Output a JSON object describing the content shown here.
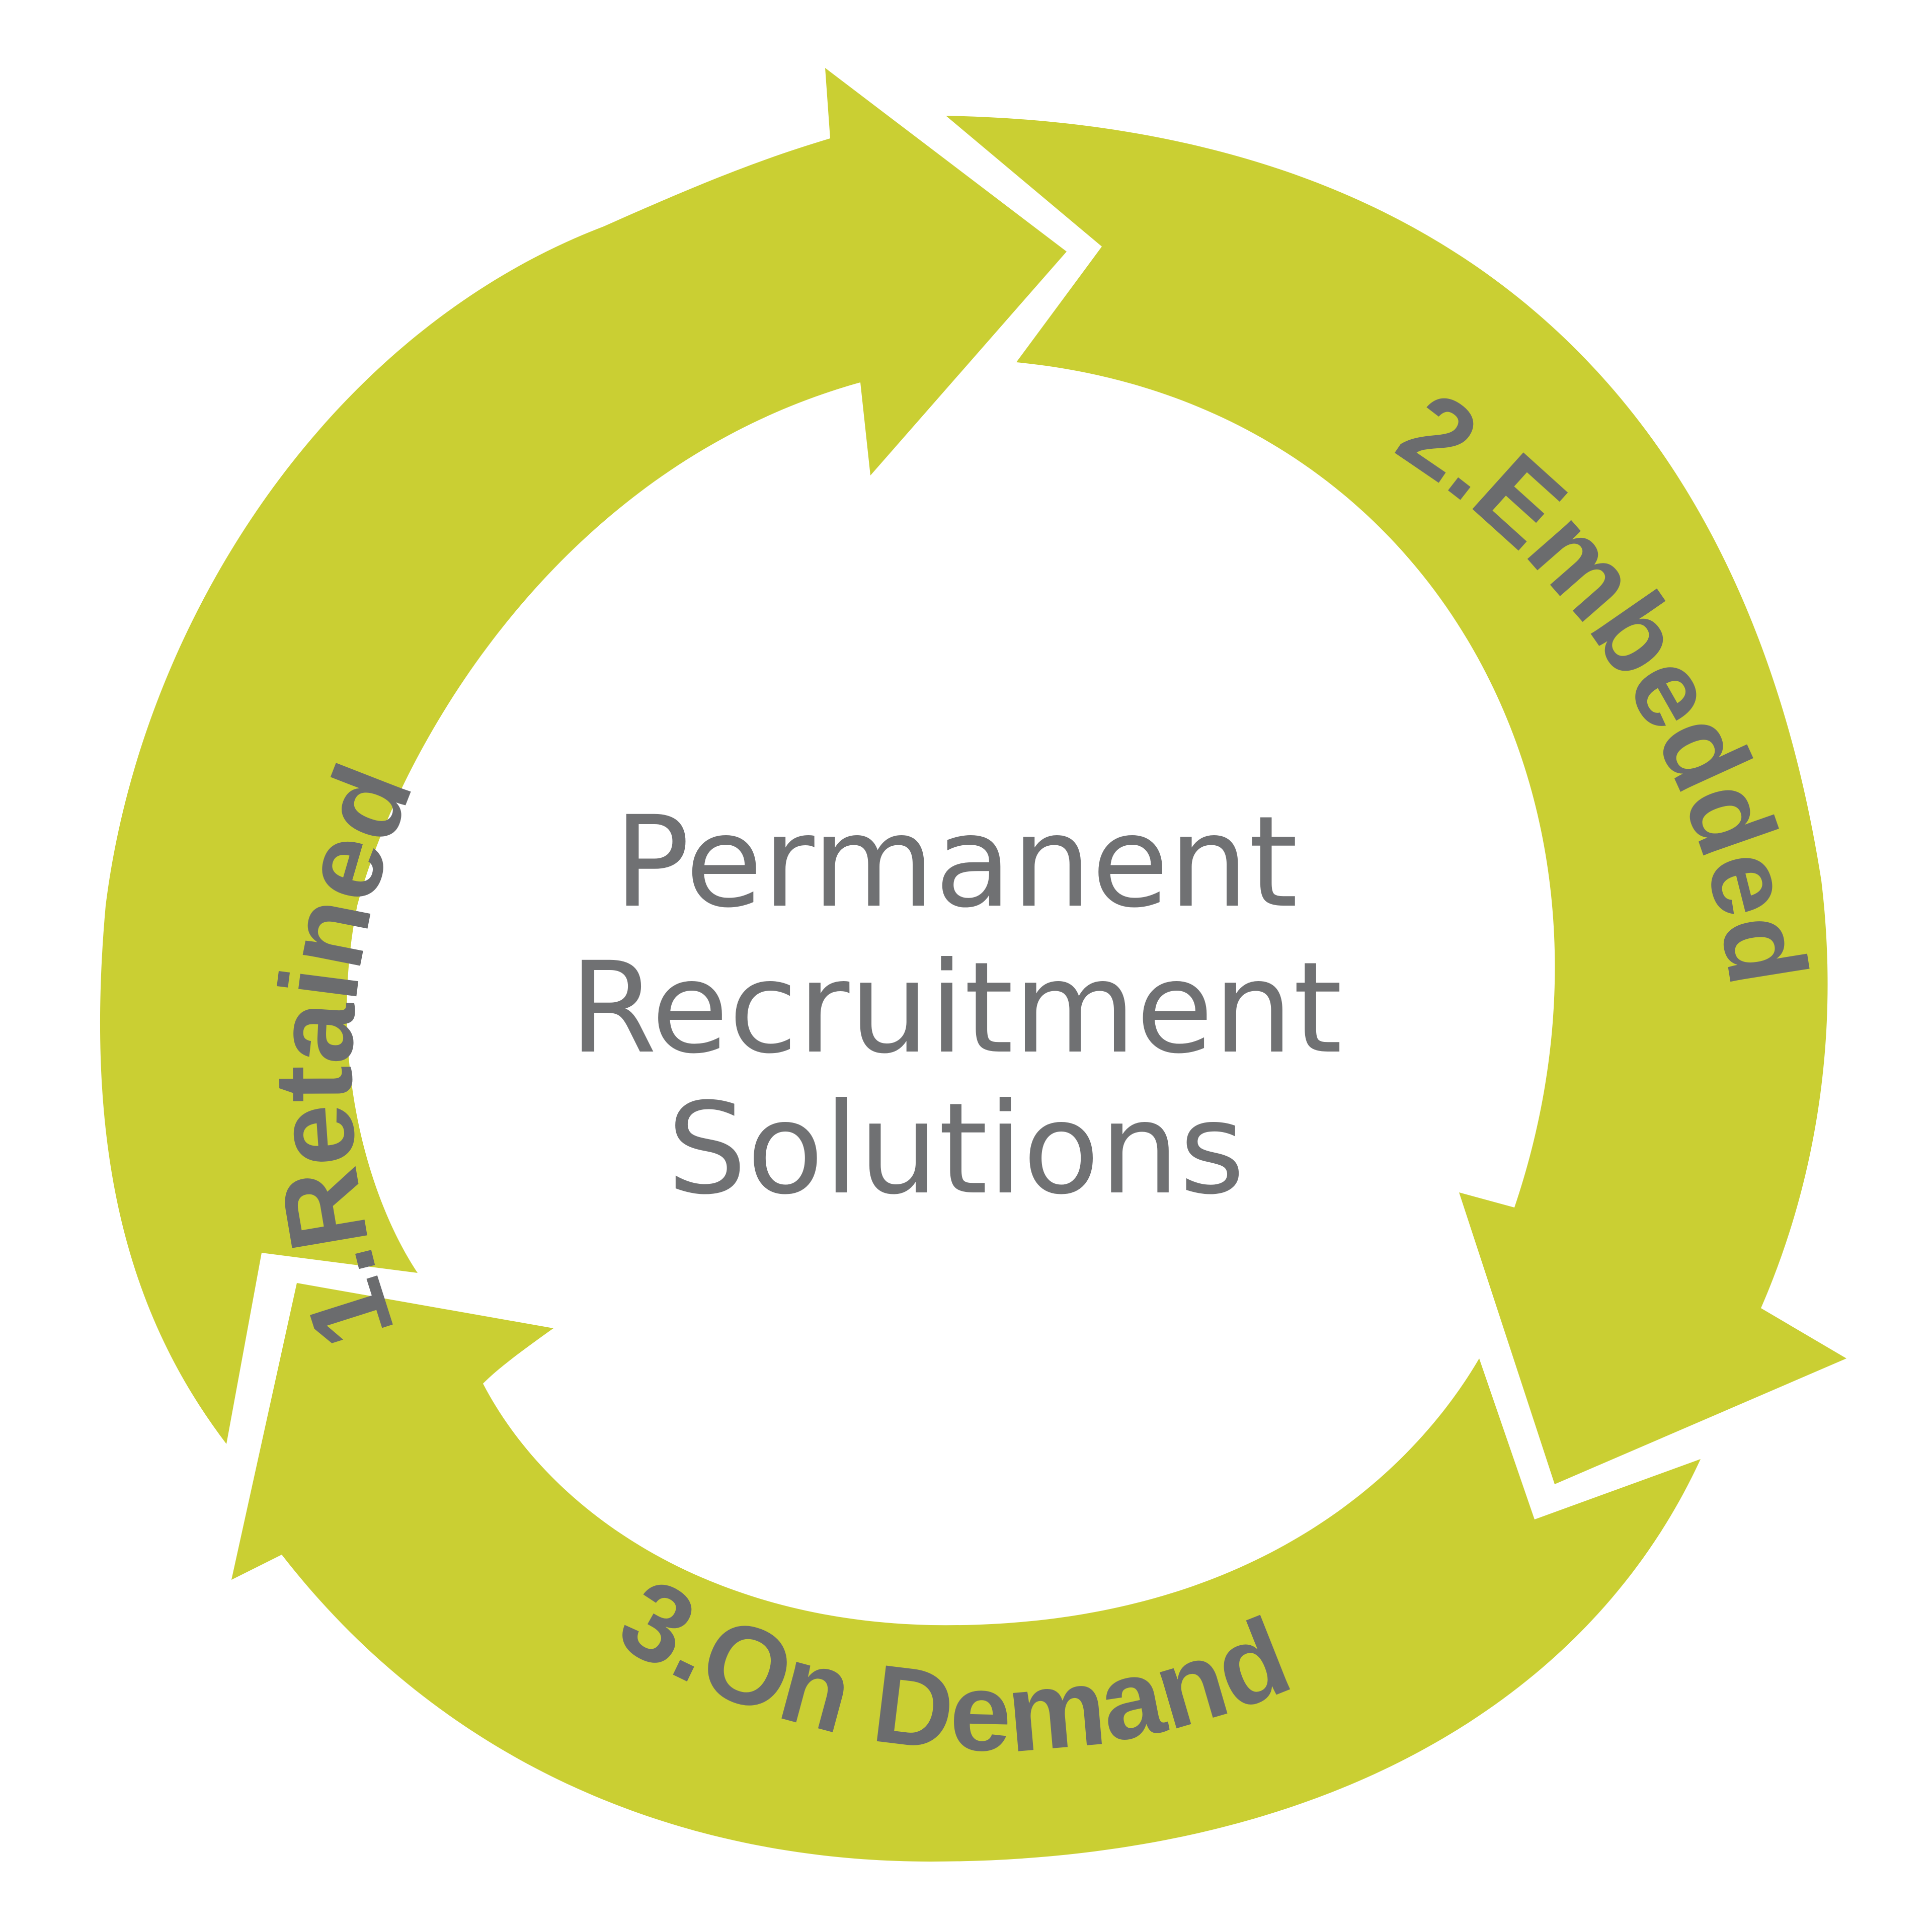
{
  "diagram": {
    "center_title": {
      "lines": [
        "Permanent",
        "Recruitment",
        "Solutions"
      ]
    },
    "cycle": [
      {
        "label": "1.Retained"
      },
      {
        "label": "2.Embedded"
      },
      {
        "label": "3.On Demand"
      }
    ]
  },
  "colors": {
    "arrow": "#cacf33",
    "label": "#6b6c6e",
    "center_text": "#707173",
    "background": "#ffffff"
  }
}
